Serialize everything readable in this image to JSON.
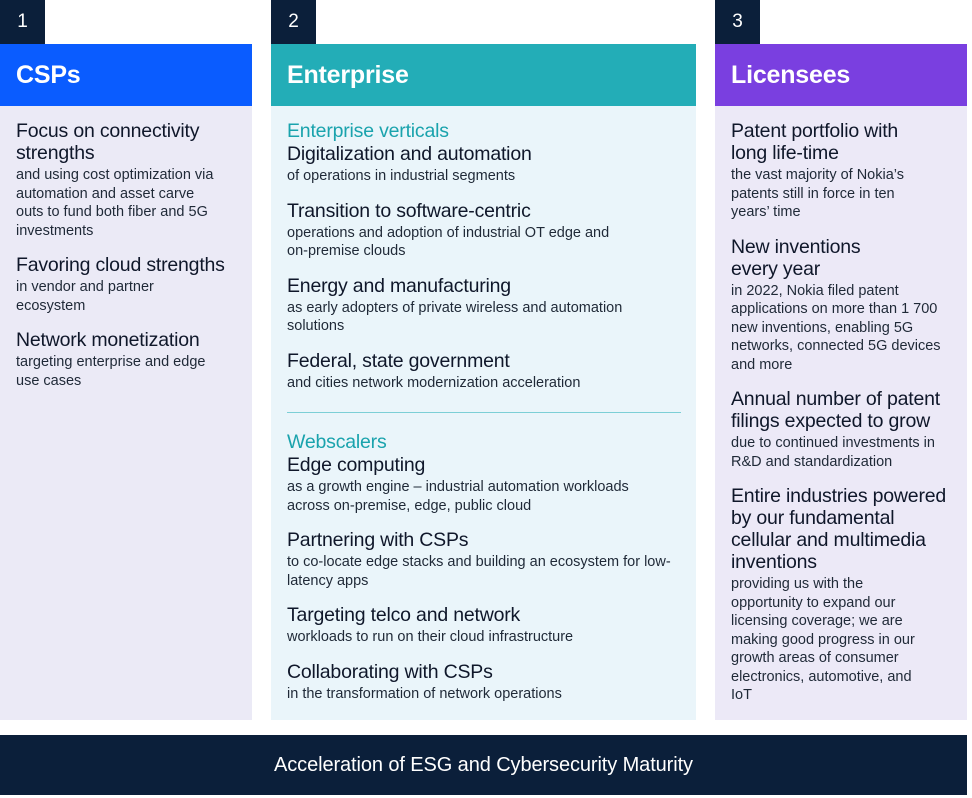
{
  "columns": [
    {
      "number": "1",
      "title": "CSPs",
      "color": "#0a5cff",
      "items": [
        {
          "title": "Focus on connectivity strengths",
          "desc": "and using cost optimization via automation and asset carve outs to fund both fiber and 5G investments"
        },
        {
          "title": "Favoring cloud strengths",
          "desc": "in vendor and partner ecosystem"
        },
        {
          "title": "Network monetization",
          "desc": "targeting enterprise and edge use cases"
        }
      ]
    },
    {
      "number": "2",
      "title": "Enterprise",
      "color": "#23adb7",
      "groups": [
        {
          "subtitle": "Enterprise verticals",
          "items": [
            {
              "title": "Digitalization and automation",
              "desc": "of operations in industrial segments"
            },
            {
              "title": "Transition to software-centric",
              "desc": "operations and adoption of industrial OT edge and on-premise clouds"
            },
            {
              "title": "Energy and manufacturing",
              "desc": "as early adopters of private wireless and automation solutions"
            },
            {
              "title": "Federal, state government",
              "desc": "and cities network modernization acceleration"
            }
          ]
        },
        {
          "subtitle": "Webscalers",
          "items": [
            {
              "title": "Edge computing",
              "desc": "as a growth engine – industrial automation workloads across on-premise, edge, public cloud"
            },
            {
              "title": "Partnering with CSPs",
              "desc": "to co-locate edge stacks and building an ecosystem for low-latency apps"
            },
            {
              "title": "Targeting telco and network",
              "desc": "workloads to run on their cloud infrastructure"
            },
            {
              "title": "Collaborating with CSPs",
              "desc": "in the transformation of network operations"
            }
          ]
        }
      ]
    },
    {
      "number": "3",
      "title": "Licensees",
      "color": "#7a3fe0",
      "items": [
        {
          "title": "Patent portfolio with long life-time",
          "desc": "the vast majority of Nokia’s patents still in force in ten years’ time"
        },
        {
          "title": "New inventions every year",
          "desc": "in 2022, Nokia filed patent applications on more than 1 700 new inventions, enabling 5G networks, connected 5G devices and more"
        },
        {
          "title": "Annual number of patent filings expected to grow",
          "desc": "due to continued investments in R&D and standardization"
        },
        {
          "title": "Entire industries powered by our fundamental cellular and multimedia inventions",
          "desc": "providing us with the opportunity to expand our licensing coverage; we are making good progress in our growth areas of consumer electronics, automotive, and IoT"
        }
      ]
    }
  ],
  "footer": "Acceleration of ESG and Cybersecurity Maturity"
}
